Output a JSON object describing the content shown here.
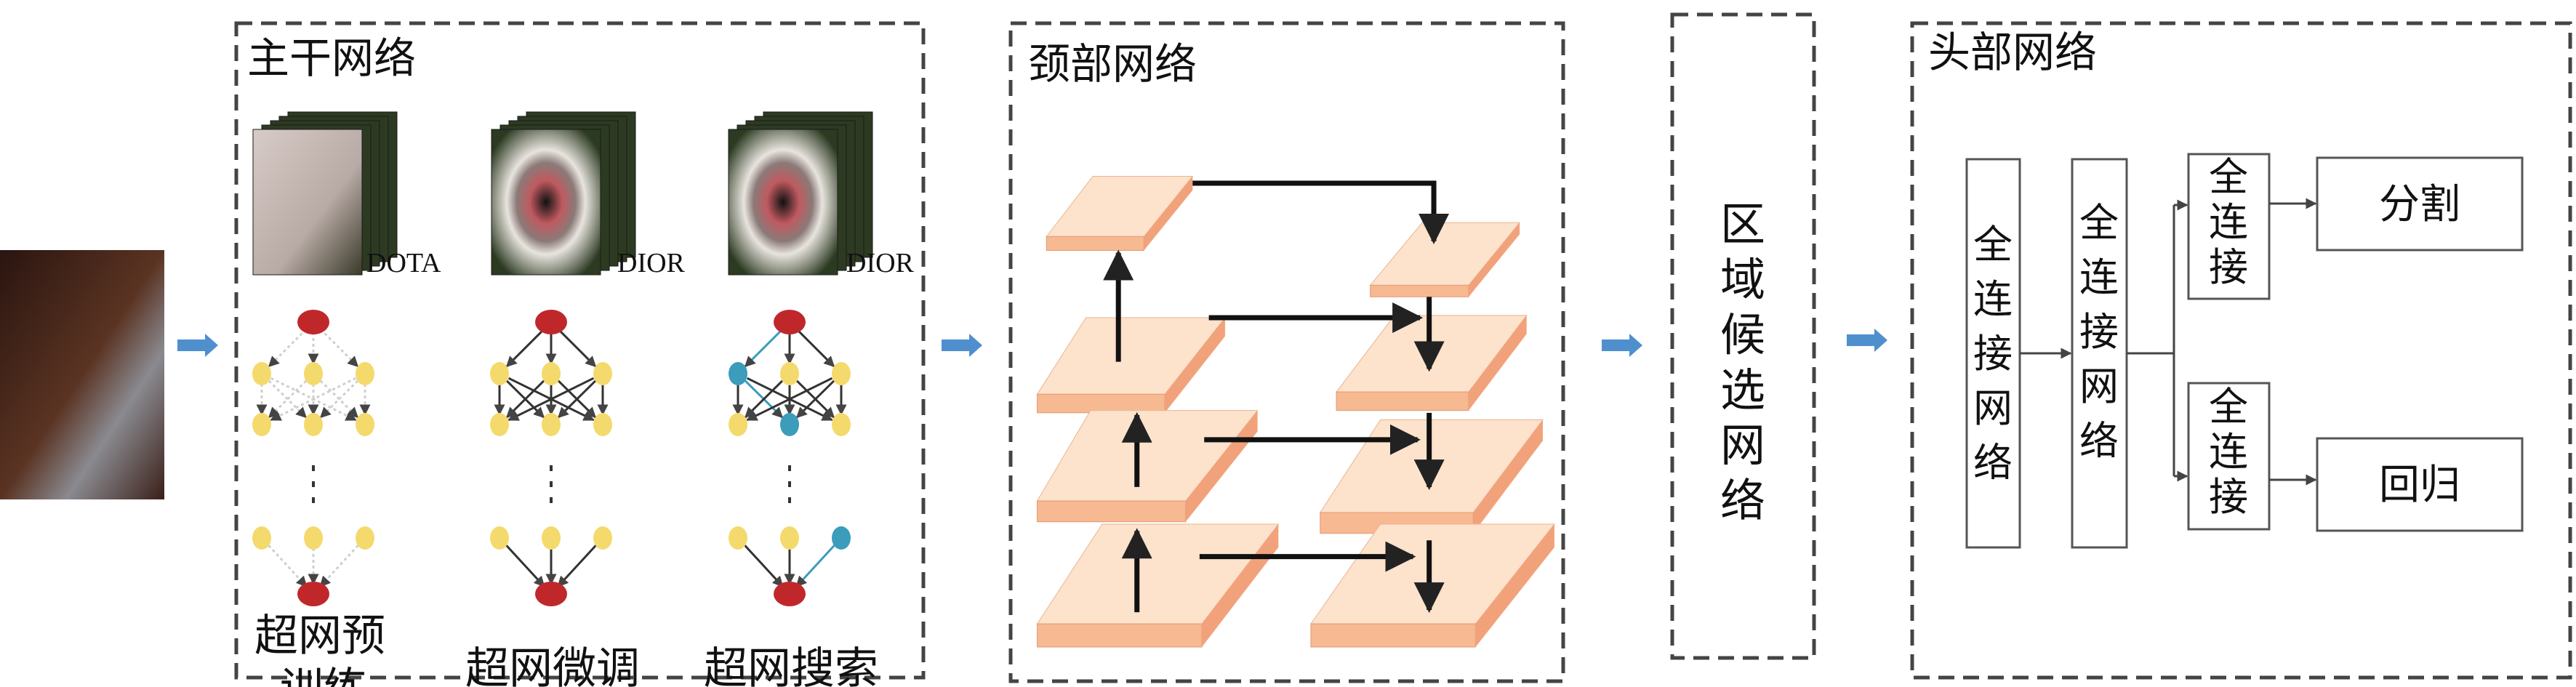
{
  "backbone": {
    "title": "主干网络",
    "datasets": [
      "DOTA",
      "DIOR",
      "DIOR"
    ],
    "stages": [
      {
        "line1": "超网预",
        "line2": "训练"
      },
      {
        "line1": "超网微调"
      },
      {
        "line1": "超网搜索"
      }
    ]
  },
  "neck": {
    "title": "颈部网络"
  },
  "rpn": {
    "chars": [
      "区",
      "域",
      "候",
      "选",
      "网",
      "络"
    ]
  },
  "head": {
    "title": "头部网络",
    "fc_network_1": [
      "全",
      "连",
      "接",
      "网",
      "络"
    ],
    "fc_network_2": [
      "全",
      "连",
      "接",
      "网",
      "络"
    ],
    "fc_top": [
      "全",
      "连",
      "接"
    ],
    "fc_bottom": [
      "全",
      "连",
      "接"
    ],
    "segmentation": "分割",
    "regression": "回归"
  },
  "colors": {
    "flow_arrow": "#4f8fce",
    "plate_top": "#fde2cc",
    "plate_side": "#f2a27a",
    "node_red": "#c0272b",
    "node_yellow": "#f4da6c",
    "node_teal": "#3b9cbc"
  }
}
